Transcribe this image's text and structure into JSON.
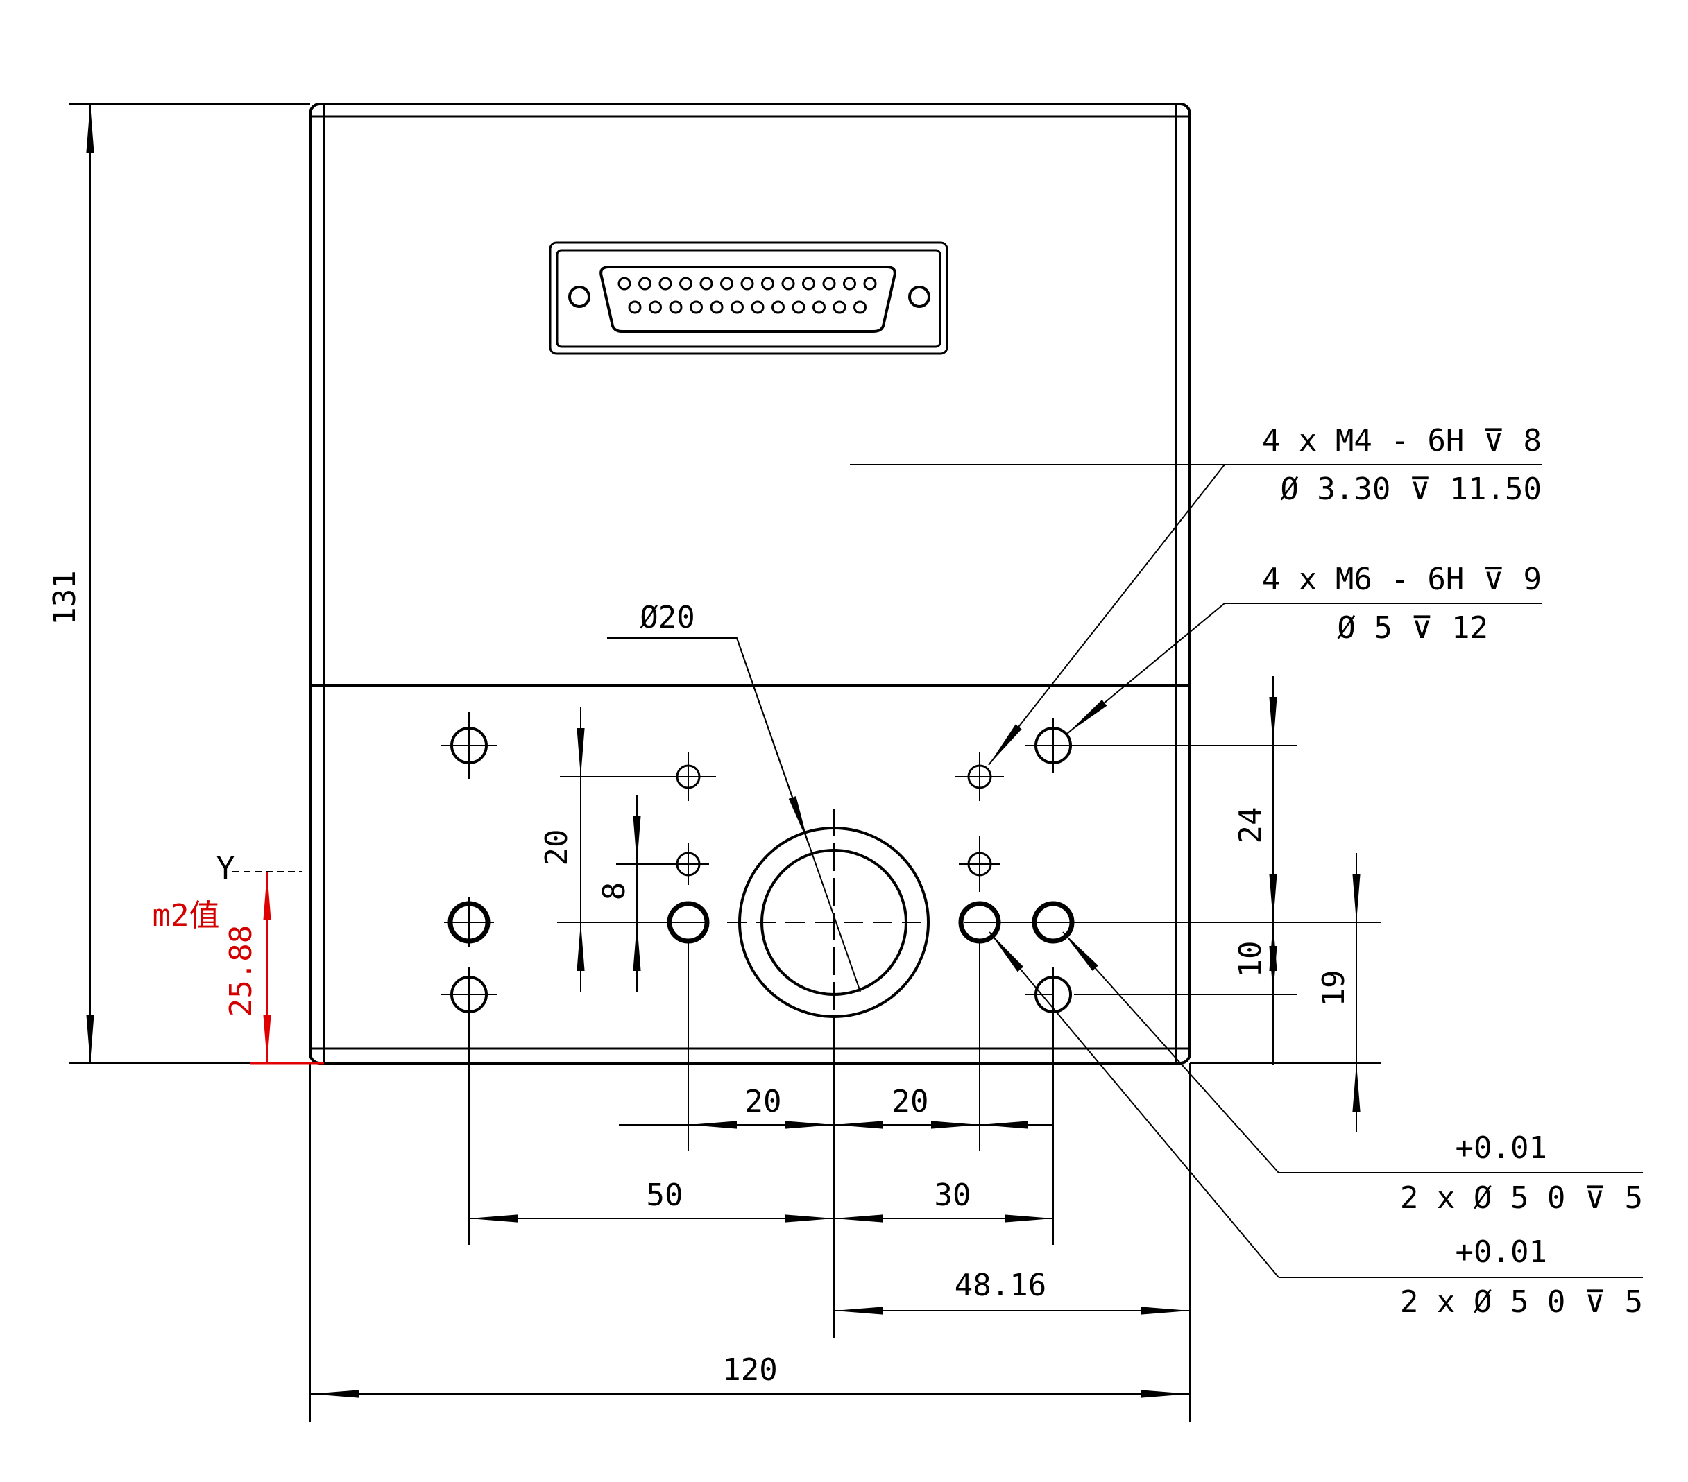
{
  "dimensions": {
    "overall_height": "131",
    "overall_width": "120",
    "offset_48": "48.16",
    "span_50": "50",
    "span_30": "30",
    "span_20_left": "20",
    "span_20_right": "20",
    "vert_20": "20",
    "vert_8": "8",
    "vert_24": "24",
    "vert_10": "10",
    "vert_19": "19",
    "bore_dia": "Ø20"
  },
  "callouts": {
    "m4_line1": "4 x  M4 - 6H ⊽ 8",
    "m4_line2": "Ø 3.30 ⊽ 11.50",
    "m6_line1": "4 x  M6 - 6H ⊽ 9",
    "m6_line2": "Ø 5 ⊽ 12",
    "pin1_tol": "+0.01",
    "pin1_line": "2 x  Ø 5  0    ⊽ 5",
    "pin2_tol": "+0.01",
    "pin2_line": "2 x  Ø 5  0    ⊽ 5"
  },
  "annotations": {
    "y_axis_label": "Y",
    "m2_label": "m2值",
    "m2_value": "25.88"
  },
  "colors": {
    "line": "#000000",
    "annotation": "#d40000"
  }
}
